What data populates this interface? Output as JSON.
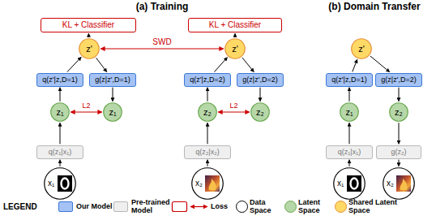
{
  "diagram": {
    "nodes": [
      {
        "text": [
          "KL + Classifier"
        ]
      },
      {
        "text": [
          "KL + Classifier"
        ]
      },
      {
        "text": [
          "z'"
        ]
      },
      {
        "text": [
          "z'"
        ]
      },
      {
        "text": [
          "z'"
        ]
      },
      {
        "text": [
          "q(z'|z,D=1)"
        ]
      },
      {
        "text": [
          "g(z|z',D=1)"
        ]
      },
      {
        "text": [
          "q(z'|z,D=2)"
        ]
      },
      {
        "text": [
          "g(z|z',D=2)"
        ]
      },
      {
        "text": [
          "q(z'|z,D=1)"
        ]
      },
      {
        "text": [
          "g(z|z',D=2)"
        ]
      },
      {
        "text": [
          "z₁"
        ]
      },
      {
        "text": [
          "z₁"
        ]
      },
      {
        "text": [
          "z₂"
        ]
      },
      {
        "text": [
          "z₂"
        ]
      },
      {
        "text": [
          "z₁"
        ]
      },
      {
        "text": [
          "z₂"
        ]
      },
      {
        "text": [
          "q(z₁|x₁)"
        ]
      },
      {
        "text": [
          "q(z₂|x₂)"
        ]
      },
      {
        "text": [
          "q(z₁|x₁)"
        ]
      },
      {
        "text": [
          "g(z₂)"
        ]
      },
      {
        "text": [
          "x₁"
        ]
      },
      {
        "text": [
          "x₂"
        ]
      },
      {
        "text": [
          "x₁"
        ]
      },
      {
        "text": [
          "x₂"
        ]
      }
    ],
    "edges": [
      {
        "from": 21,
        "to": 17,
        "arrow": "to"
      },
      {
        "from": 17,
        "to": 11,
        "arrow": "to"
      },
      {
        "from": 11,
        "to": 5,
        "arrow": "to"
      },
      {
        "from": 5,
        "to": 2,
        "arrow": "to"
      },
      {
        "from": 2,
        "to": 0,
        "arrow": "to"
      },
      {
        "from": 2,
        "to": 6,
        "arrow": "to"
      },
      {
        "from": 6,
        "to": 12,
        "arrow": "to"
      },
      {
        "from": 11,
        "to": 12,
        "label": "L2",
        "arrow": "both"
      },
      {
        "from": 22,
        "to": 18,
        "arrow": "to"
      },
      {
        "from": 18,
        "to": 13,
        "arrow": "to"
      },
      {
        "from": 13,
        "to": 7,
        "arrow": "to"
      },
      {
        "from": 7,
        "to": 3,
        "arrow": "to"
      },
      {
        "from": 3,
        "to": 1,
        "arrow": "to"
      },
      {
        "from": 3,
        "to": 8,
        "arrow": "to"
      },
      {
        "from": 8,
        "to": 14,
        "arrow": "to"
      },
      {
        "from": 13,
        "to": 14,
        "label": "L2",
        "arrow": "both"
      },
      {
        "from": 2,
        "to": 3,
        "label": "SWD",
        "arrow": "both"
      },
      {
        "from": 23,
        "to": 19,
        "arrow": "to"
      },
      {
        "from": 19,
        "to": 15,
        "arrow": "to"
      },
      {
        "from": 15,
        "to": 9,
        "arrow": "to"
      },
      {
        "from": 9,
        "to": 4,
        "arrow": "to"
      },
      {
        "from": 4,
        "to": 10,
        "arrow": "to"
      },
      {
        "from": 10,
        "to": 16,
        "arrow": "to"
      },
      {
        "from": 16,
        "to": 20,
        "arrow": "to"
      },
      {
        "from": 20,
        "to": 24,
        "arrow": "to"
      }
    ],
    "labels": [
      "(a) Training",
      "(b) Domain Transfer",
      "LEGEND"
    ],
    "legend": [
      {
        "text": "Our Model",
        "color": "#a4c2f4"
      },
      {
        "text": "Pre-trained Model",
        "color": "#efefef"
      },
      {
        "text": "Loss"
      },
      {
        "text": "Data Space",
        "color": "#ffffff"
      },
      {
        "text": "Latent Space",
        "color": "#b6d7a8"
      },
      {
        "text": "Shared Latent Space",
        "color": "#ffd966"
      }
    ]
  }
}
